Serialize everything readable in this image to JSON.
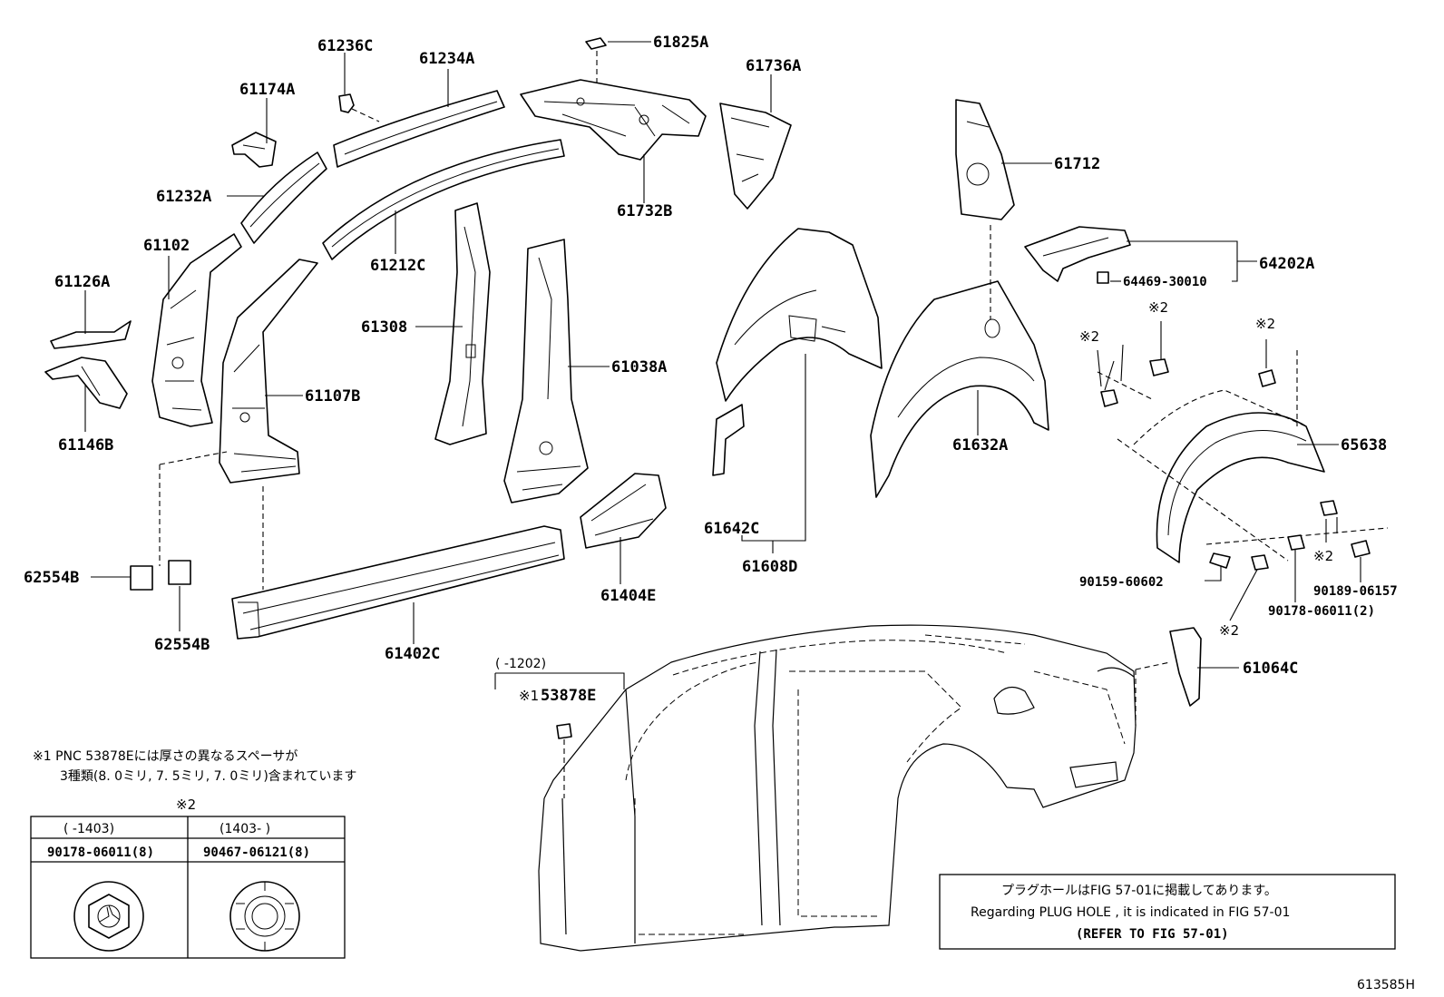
{
  "labels": {
    "p61236C": "61236C",
    "p61234A": "61234A",
    "p61825A": "61825A",
    "p61736A": "61736A",
    "p61174A": "61174A",
    "p61712": "61712",
    "p61232A": "61232A",
    "p61732B": "61732B",
    "p61102": "61102",
    "p61212C": "61212C",
    "p64202A": "64202A",
    "p64469": "64469-30010",
    "p61126A": "61126A",
    "p61308": "61308",
    "p61038A": "61038A",
    "p61107B": "61107B",
    "p61146B": "61146B",
    "p61632A": "61632A",
    "p65638": "65638",
    "p61642C": "61642C",
    "p61608D": "61608D",
    "p62554B_a": "62554B",
    "p62554B_b": "62554B",
    "p61404E": "61404E",
    "p90159": "90159-60602",
    "p90189": "90189-06157",
    "p90178": "90178-06011(2)",
    "p61402C": "61402C",
    "p61064C": "61064C",
    "p53878E": "53878E"
  },
  "marks": {
    "m1": "※2",
    "m2": "※2",
    "m3": "※2",
    "m4": "※2",
    "m5": "※2",
    "star1": "※1",
    "table_mark": "※2"
  },
  "range_53878E": "(      -1202)",
  "note": {
    "line1": "※1 PNC 53878Eには厚さの異なるスペーサが",
    "line2": "3種類(8. 0ミリ, 7. 5ミリ, 7. 0ミリ)含まれています"
  },
  "table": {
    "col1_range": "(      -1403)",
    "col2_range": "(1403-      )",
    "col1_part": "90178-06011(8)",
    "col2_part": "90467-06121(8)"
  },
  "plug_box": {
    "line1": "プラグホールはFIG 57-01に掲載してあります。",
    "line2": "Regarding  PLUG  HOLE , it is indicated in  FIG  57-01",
    "line3": "(REFER TO FIG 57-01)"
  },
  "figure_code": "613585H"
}
